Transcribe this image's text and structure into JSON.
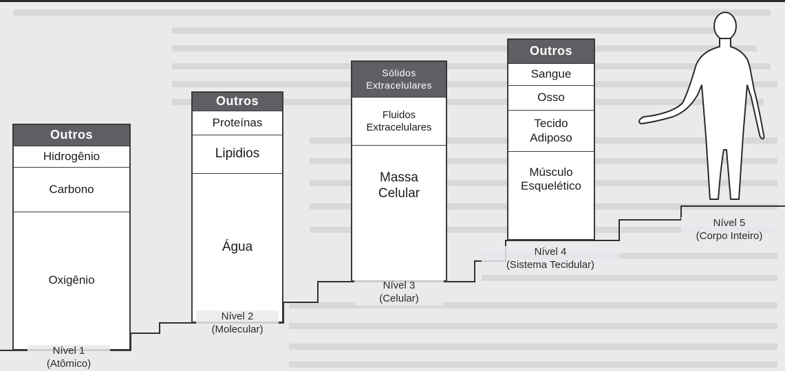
{
  "levels": [
    {
      "label": "Nível 1\n(Atômico)",
      "cells": [
        "Outros",
        "Hidrogênio",
        "Carbono",
        "Oxigênio"
      ]
    },
    {
      "label": "Nível 2\n(Molecular)",
      "cells": [
        "Outros",
        "Proteínas",
        "Lipidios",
        "Água"
      ]
    },
    {
      "label": "Nível 3\n(Celular)",
      "cells": [
        "Sólidos\nExtracelulares",
        "Fluidos\nExtracelulares",
        "Massa\nCelular"
      ]
    },
    {
      "label": "Nível 4\n(Sistema Tecidular)",
      "cells": [
        "Outros",
        "Sangue",
        "Osso",
        "Tecido\nAdiposo",
        "Músculo\nEsquelético"
      ]
    },
    {
      "label": "Nível 5\n(Corpo Inteiro)"
    }
  ],
  "colors": {
    "dark_cell": "#5e5f63",
    "background": "#e9eaec",
    "outline": "#3a3a3a"
  },
  "icons": {
    "figure": "human-body-outline-icon"
  }
}
